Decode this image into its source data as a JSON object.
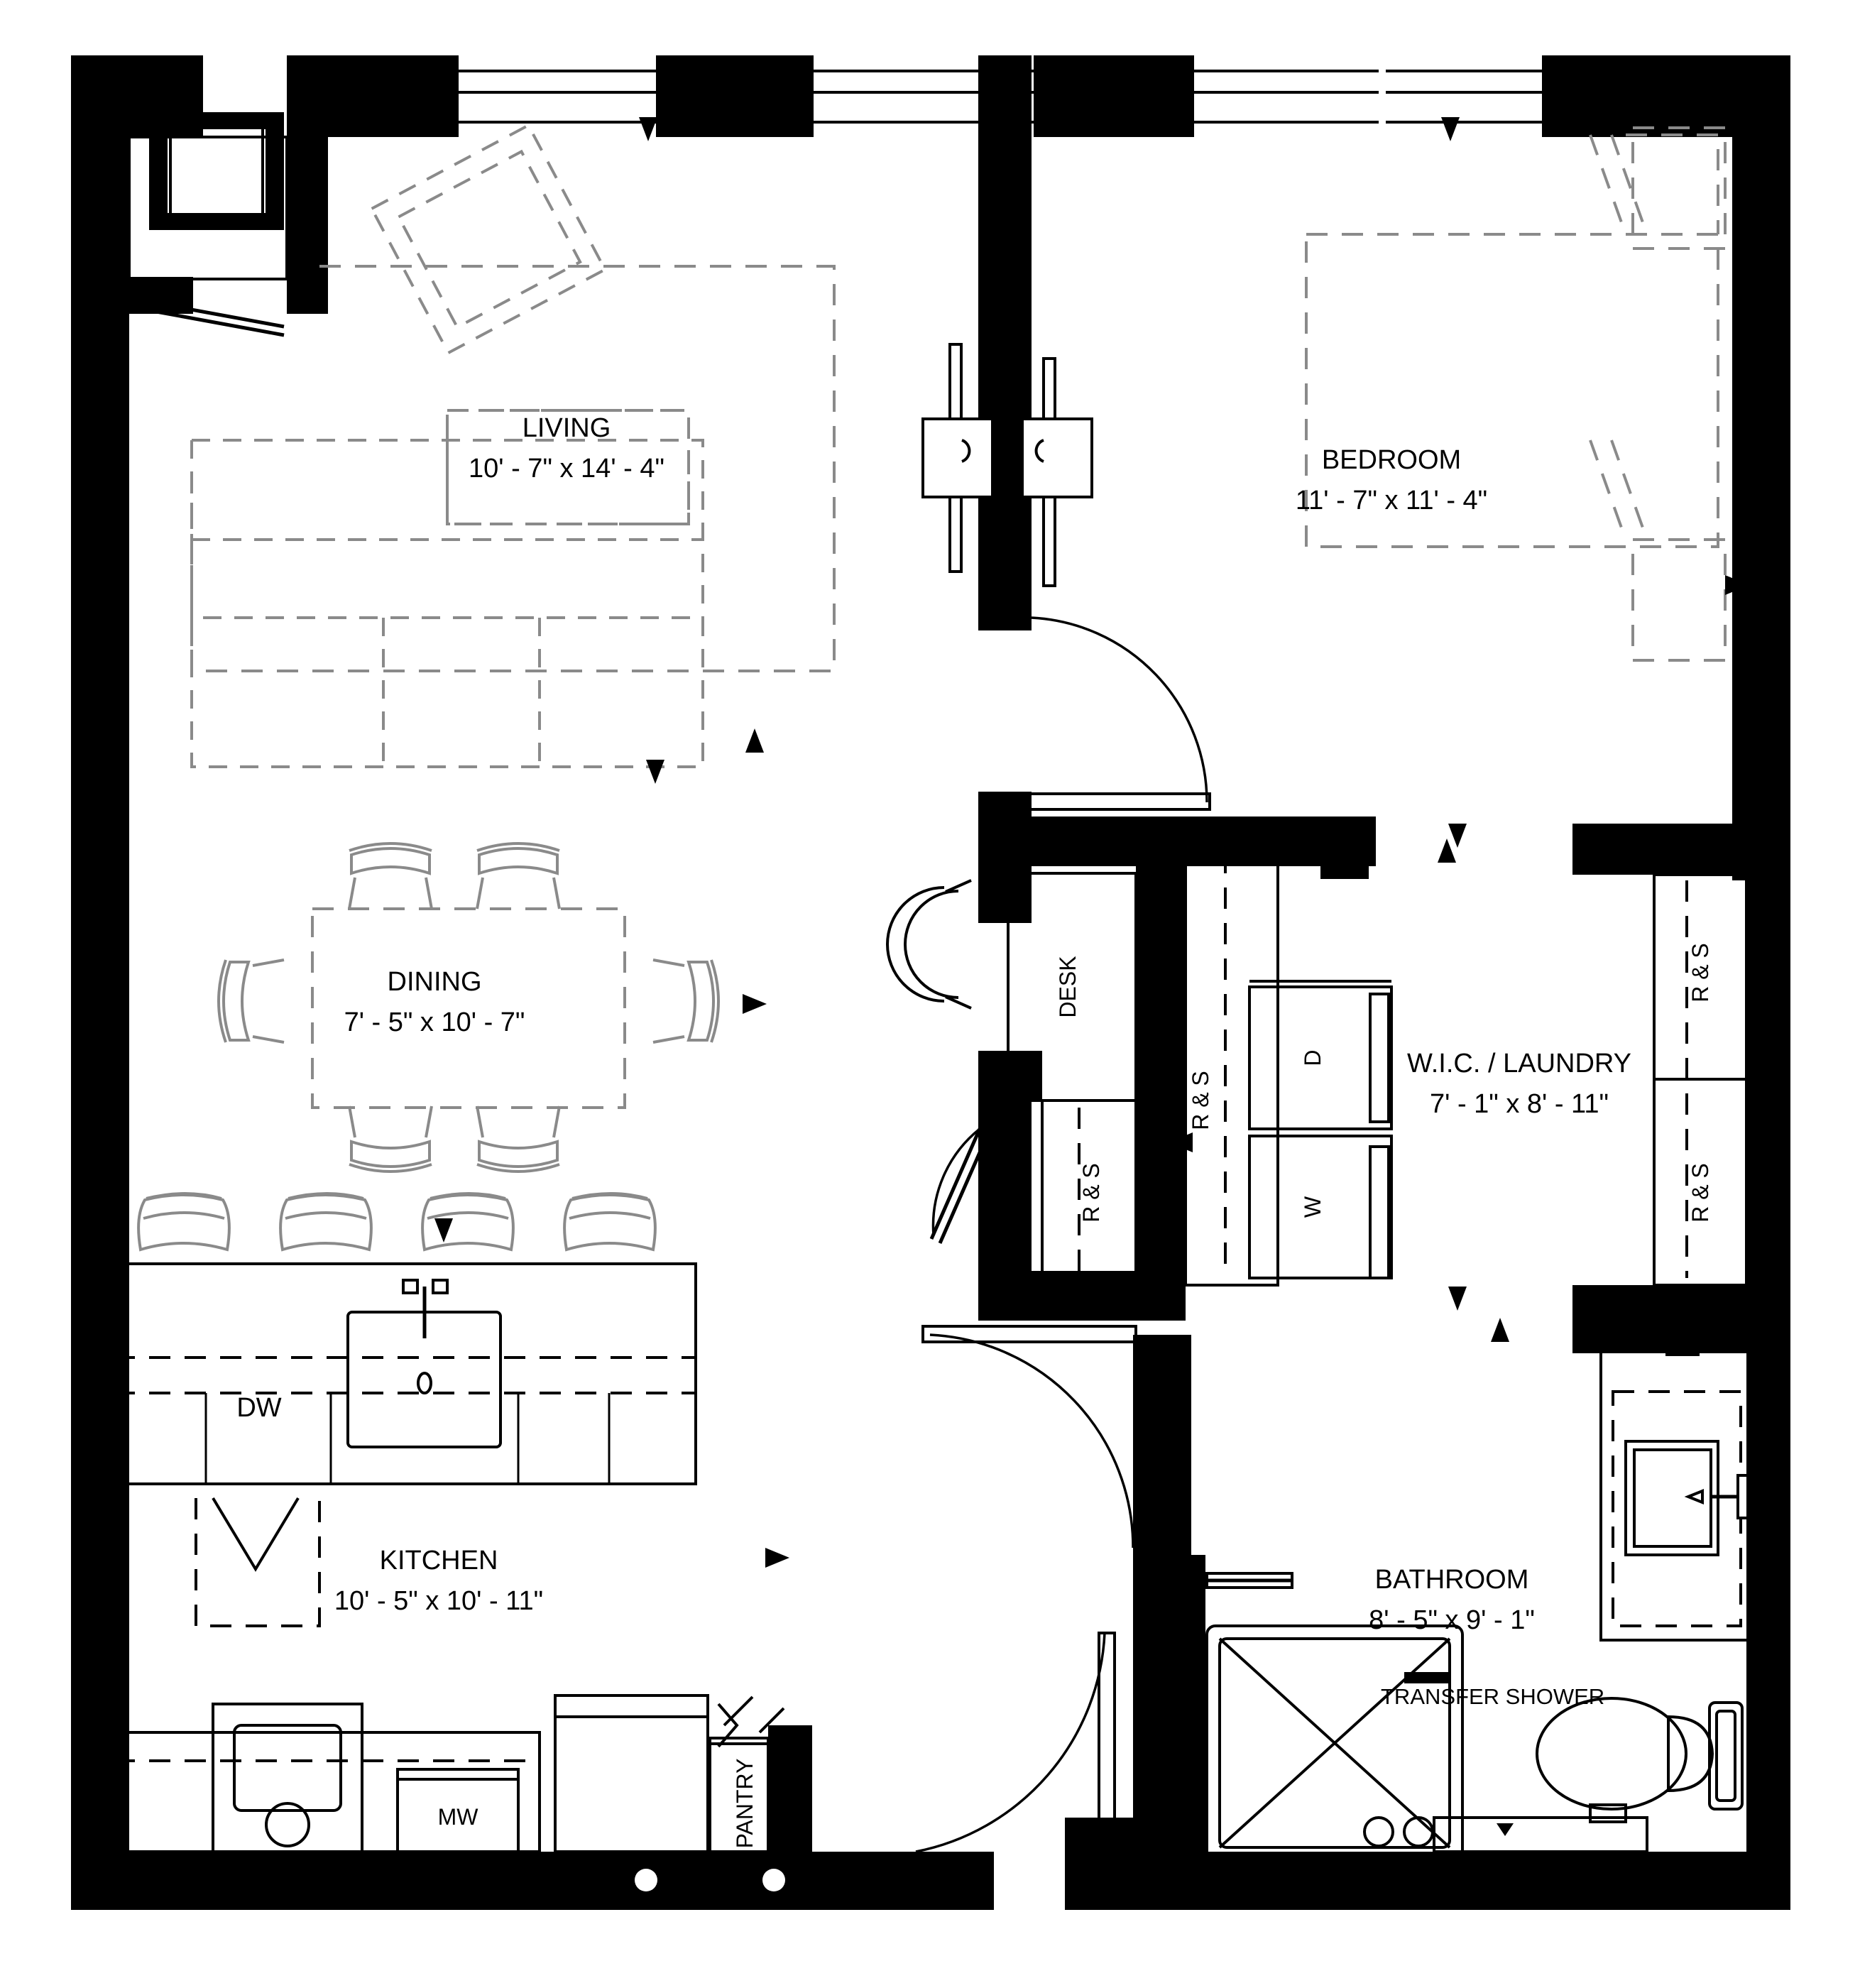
{
  "plan": {
    "type": "architectural-floor-plan",
    "unit_style": "feet-inches",
    "background_color": "#ffffff",
    "wall_color": "#000000",
    "furniture_color": "#8a8a8a"
  },
  "rooms": [
    {
      "id": "living",
      "name": "LIVING",
      "dimensions": "10' - 7\" x 14' - 4\""
    },
    {
      "id": "dining",
      "name": "DINING",
      "dimensions": "7' - 5\" x 10' - 7\""
    },
    {
      "id": "kitchen",
      "name": "KITCHEN",
      "dimensions": "10' - 5\" x 10' - 11\""
    },
    {
      "id": "bedroom",
      "name": "BEDROOM",
      "dimensions": "11' - 7\" x 11' - 4\""
    },
    {
      "id": "wic",
      "name": "W.I.C. / LAUNDRY",
      "dimensions": "7' - 1\" x 8' - 11\""
    },
    {
      "id": "bathroom",
      "name": "BATHROOM",
      "dimensions": "8' - 5\" x 9' - 1\""
    }
  ],
  "annotations": {
    "transfer_shower": "TRANSFER SHOWER",
    "desk": "DESK",
    "pantry": "PANTRY",
    "dishwasher": "DW",
    "microwave": "MW",
    "washer": "W",
    "dryer": "D",
    "rod_and_shelf_1": "R & S",
    "rod_and_shelf_2": "R & S",
    "rod_and_shelf_3": "R & S",
    "rod_and_shelf_4": "R & S"
  }
}
